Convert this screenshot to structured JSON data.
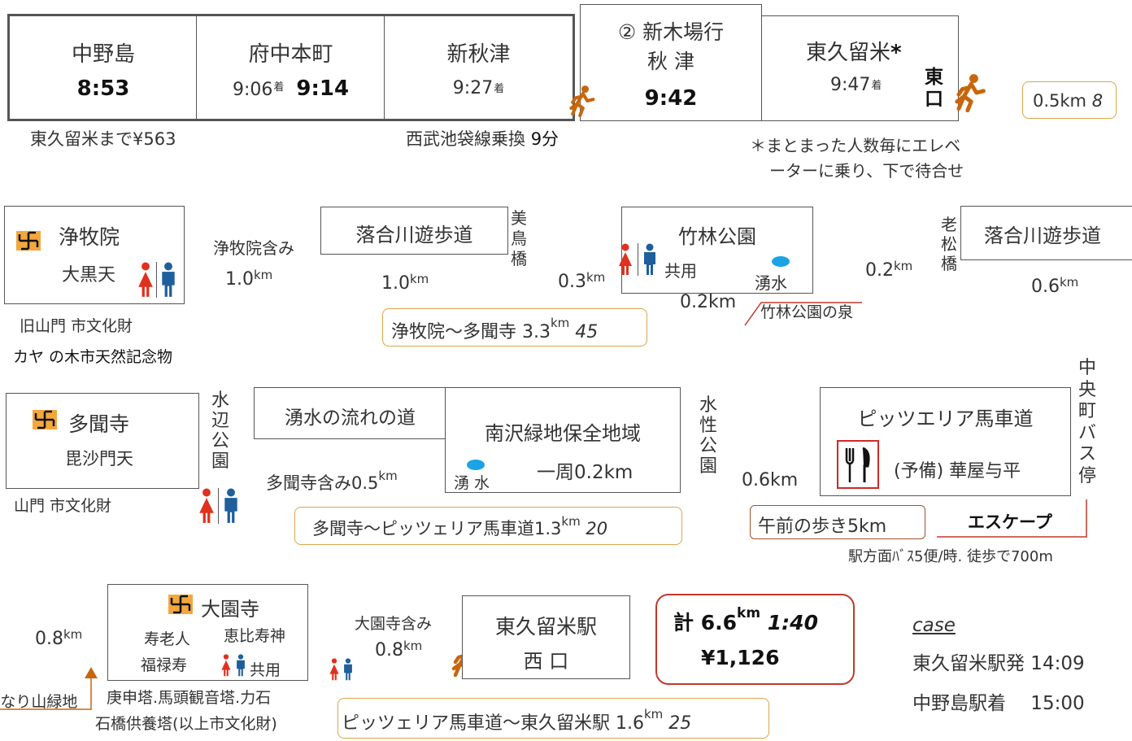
{
  "top": {
    "st1": {
      "name": "中野島",
      "time": "8:53"
    },
    "st2": {
      "name": "府中本町",
      "arr": "9:06",
      "arr_mark": "着",
      "dep": "9:14"
    },
    "st3": {
      "name": "新秋津",
      "arr": "9:27",
      "arr_mark": "着"
    },
    "st4": {
      "line1": "② 新木場行",
      "line2": "秋 津",
      "time": "9:42"
    },
    "st5": {
      "name": "東久留米",
      "star": "*",
      "arr": "9:47",
      "arr_mark": "着",
      "exit": "東口"
    },
    "fare": "東久留米まで¥563",
    "transfer": "西武池袋線乗換",
    "transfer_min": "9分",
    "note_l1": "＊まとまった人数毎にエレベ",
    "note_l2": "ーターに乗り、下で待合せ",
    "walk_dist": "0.5km",
    "walk_min": "8"
  },
  "row2": {
    "joboku": {
      "name": "浄牧院",
      "sub": "大黒天"
    },
    "joboku_incl": "浄牧院含み",
    "d1": "1.0",
    "unit": "km",
    "ochiai1": "落合川遊歩道",
    "d2": "1.0",
    "mitori": "美鳥橋",
    "d3": "0.3",
    "chikurin": "竹林公園",
    "shared": "共用",
    "wakimizu": "湧水",
    "d_spring": "0.2km",
    "spring_name": "竹林公園の泉",
    "d4": "0.2",
    "oimatsu": "老松橋",
    "ochiai2": "落合川遊歩道",
    "d5": "0.6",
    "cultural1": "旧山門 市文化財",
    "cultural2": "カヤ の木市天然記念物",
    "segment": {
      "text": "浄牧院～多聞寺 3.3",
      "unit": "km",
      "min": "45"
    }
  },
  "row3": {
    "tamon": {
      "name": "多聞寺",
      "sub": "毘沙門天"
    },
    "tamon_note": "山門 市文化財",
    "mizube": "水辺公園",
    "yusui_road": "湧水の流れの道",
    "tamon_incl": "多聞寺含み0.5",
    "unit": "km",
    "minamisawa": "南沢緑地保全地域",
    "wakimizu": "湧 水",
    "loop": "一周0.2km",
    "suisei": "水性公園",
    "d": "0.6km",
    "pizzeria": "ピッツエリア馬車道",
    "reserve": "(予備) 華屋与平",
    "chuo_bus": "中央町バス停",
    "morning": "午前の歩き5km",
    "escape": "エスケープ",
    "bus_note": "駅方面ﾊﾞｽ5便/時. 徒歩で700m",
    "segment": {
      "text": "多聞寺～ピッツェリア馬車道1.3",
      "unit": "km",
      "min": "20"
    }
  },
  "row4": {
    "d_left": "0.8",
    "unit": "km",
    "tonari": "となり山緑地",
    "daien": {
      "name": "大園寺",
      "god1": "寿老人",
      "god2": "恵比寿神",
      "god3": "福禄寿",
      "shared": "共用"
    },
    "daien_note1": "庚申塔.馬頭観音塔.力石",
    "daien_note2": "石橋供養塔(以上市文化財)",
    "daien_incl": "大園寺含み",
    "d2": "0.8",
    "station": {
      "line1": "東久留米駅",
      "line2": "西 口"
    },
    "segment": {
      "text": "ピッツェリア馬車道～東久留米駅 1.6",
      "unit": "km",
      "min": "25"
    },
    "total": {
      "label": "計",
      "dist": "6.6",
      "unit": "km",
      "time": "1:40",
      "fare": "¥1,126"
    },
    "case": {
      "title": "case",
      "dep": "東久留米駅発 14:09",
      "arr": "中野島駅着　 15:00"
    }
  },
  "colors": {
    "temple": "#f4a73c",
    "female": "#e0301e",
    "male": "#1e5f9c",
    "walker": "#c8660c",
    "water": "#1aa3e6",
    "escape": "#c0392b",
    "total": "#c0392b",
    "frame": "#d9a64a"
  }
}
